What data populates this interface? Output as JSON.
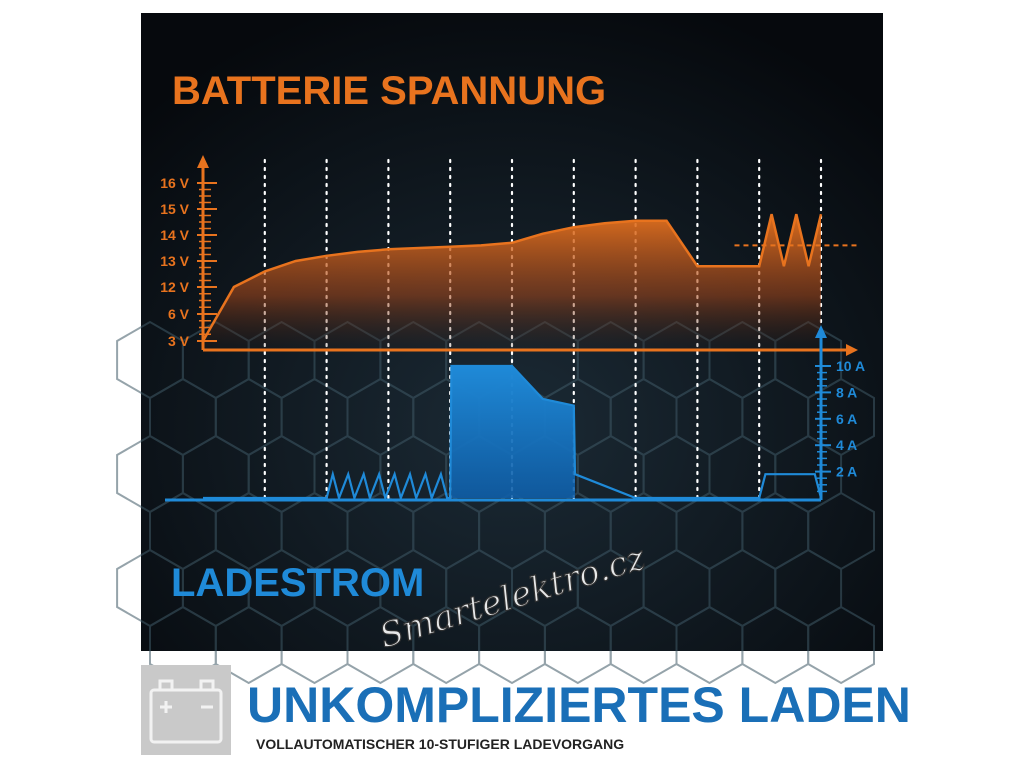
{
  "colors": {
    "voltage": "#e8731e",
    "current": "#1f8ad8",
    "panel_bg": "#0a0e14",
    "banner_text": "#1a6fb7",
    "subtitle_text": "#222222",
    "icon_bg": "#c9c9c9",
    "icon_stroke": "#f2f2f2"
  },
  "icons": {
    "battery": "battery-icon"
  },
  "chart_data": {
    "type": "line",
    "title": "BATTERIE SPANNUNG",
    "xlabel": "",
    "ylabel": "",
    "stages": 10,
    "grid": "vertical dotted stage dividers",
    "series": [
      {
        "name": "BATTERIE SPANNUNG",
        "axis": "left",
        "ticks": [
          "16 V",
          "15 V",
          "14 V",
          "13 V",
          "12 V",
          "6 V",
          "3 V"
        ],
        "tick_values": [
          16,
          15,
          14,
          13,
          12,
          6,
          3
        ],
        "x": [
          0,
          0.5,
          1,
          1.5,
          2,
          2.5,
          3,
          3.5,
          4,
          4.5,
          5,
          5.5,
          6,
          6.5,
          7,
          7.5,
          8,
          8.5,
          9,
          9.2,
          9.4,
          9.6,
          9.8,
          10
        ],
        "values": [
          3.0,
          12.0,
          12.6,
          13.0,
          13.2,
          13.35,
          13.45,
          13.5,
          13.55,
          13.6,
          13.7,
          14.05,
          14.3,
          14.45,
          14.55,
          14.55,
          12.8,
          12.8,
          12.8,
          14.8,
          12.8,
          14.8,
          12.8,
          14.8
        ],
        "reference_line": 13.6
      },
      {
        "name": "LADESTROM",
        "axis": "right",
        "ticks": [
          "10 A",
          "8 A",
          "6 A",
          "4 A",
          "2 A"
        ],
        "tick_values": [
          10,
          8,
          6,
          4,
          2
        ],
        "x": [
          0,
          2,
          2.1,
          2.2,
          2.35,
          2.45,
          2.6,
          2.7,
          2.85,
          2.95,
          3.1,
          3.2,
          3.35,
          3.45,
          3.6,
          3.7,
          3.85,
          3.95,
          4,
          4.02,
          5,
          5.5,
          6,
          6.02,
          7,
          8,
          9,
          9.1,
          9.3,
          9.5,
          9.7,
          9.9,
          10
        ],
        "values": [
          0,
          0,
          1.8,
          0,
          1.8,
          0,
          1.8,
          0,
          1.8,
          0,
          1.8,
          0,
          1.8,
          0,
          1.8,
          0,
          1.8,
          0,
          0,
          10,
          10,
          7.5,
          7,
          1.8,
          0,
          0,
          0,
          1.8,
          1.8,
          1.8,
          1.8,
          1.8,
          0
        ]
      }
    ],
    "labels": {
      "voltage_title": "BATTERIE SPANNUNG",
      "current_title": "LADESTROM"
    }
  },
  "banner": {
    "title": "UNKOMPLIZIERTES LADEN",
    "subtitle": "VOLLAUTOMATISCHER 10-STUFIGER LADEVORGANG"
  },
  "watermark": {
    "text": "Smartelektro.cz"
  }
}
